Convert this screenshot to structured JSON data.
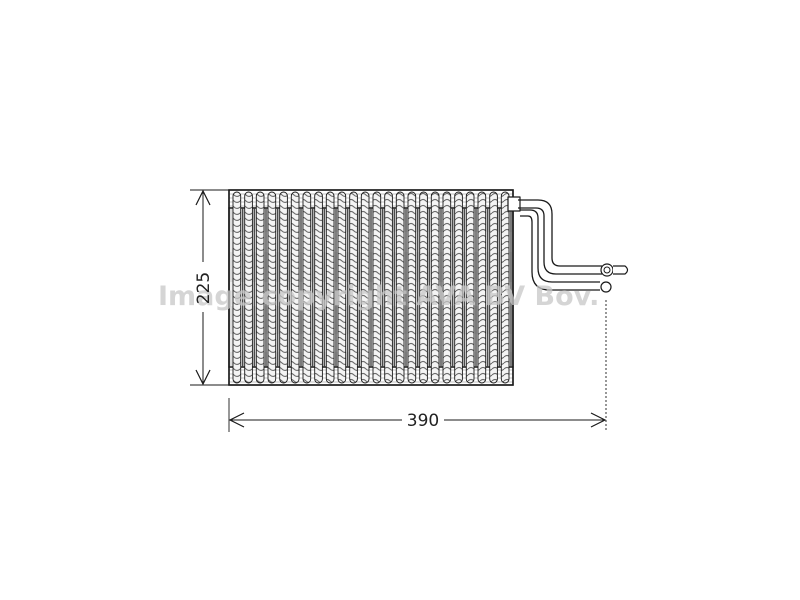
{
  "diagram": {
    "dimensions": {
      "height_label": "225",
      "width_label": "390"
    },
    "watermark_text": "Image copyright AVA BV Bov.",
    "colors": {
      "line": "#1a1a1a",
      "fin_dark": "#555555",
      "fin_light": "#f2f2f2",
      "watermark": "#c8c8c8"
    },
    "tube_count": 24
  }
}
